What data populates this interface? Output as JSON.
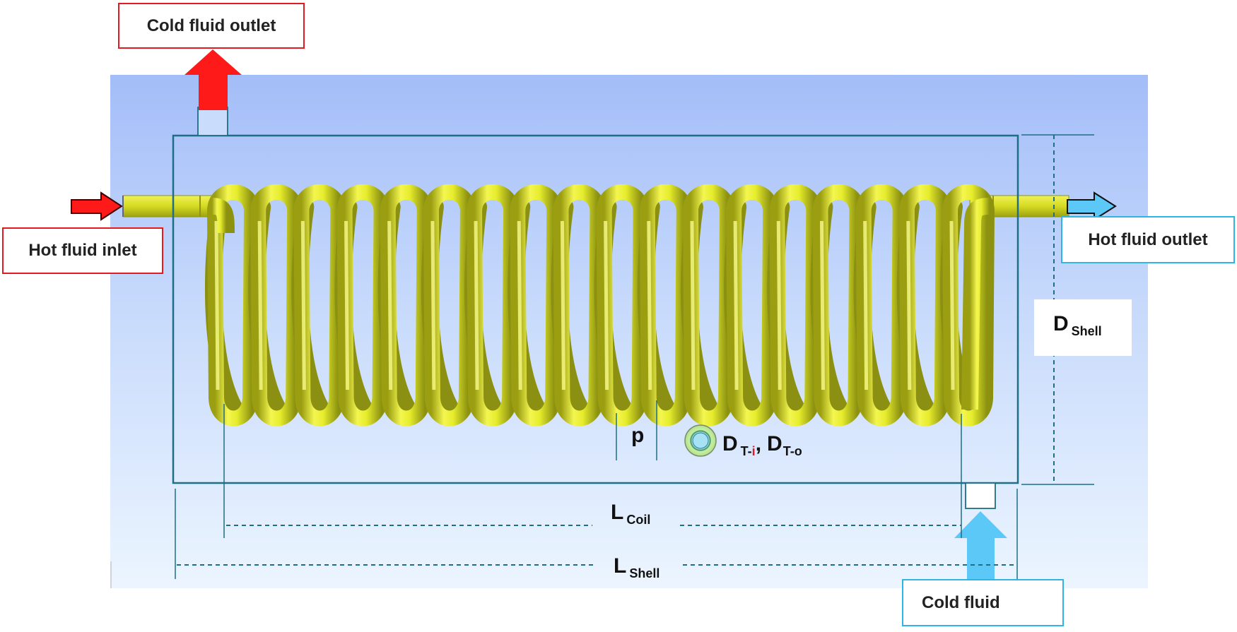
{
  "labels": {
    "cold_outlet": "Cold fluid outlet",
    "hot_inlet": "Hot fluid inlet",
    "hot_outlet": "Hot fluid outlet",
    "cold_inlet": "Cold fluid"
  },
  "dimensions": {
    "d_shell": {
      "symbol": "D",
      "subscript": "Shell"
    },
    "pitch": {
      "symbol": "p"
    },
    "tube": {
      "symbol_inner": "D",
      "sub_inner_a": "T-",
      "sub_inner_b": "i",
      "separator": ",",
      "symbol_outer": "D",
      "sub_outer": "T-o"
    },
    "l_coil": {
      "symbol": "L",
      "subscript": "Coil"
    },
    "l_shell": {
      "symbol": "L",
      "subscript": "Shell"
    }
  },
  "colors": {
    "hot_arrow": "#ff1a1a",
    "cold_arrow": "#5cc8f7",
    "coil": "#d8e020",
    "shell_border": "#1d6e86",
    "background_top": "#a3bdf8",
    "background_bottom": "#eaf4ff",
    "label_border_hot": "#e01b22",
    "label_border_cold": "#2fb4e6"
  },
  "coil": {
    "turns": 18
  }
}
